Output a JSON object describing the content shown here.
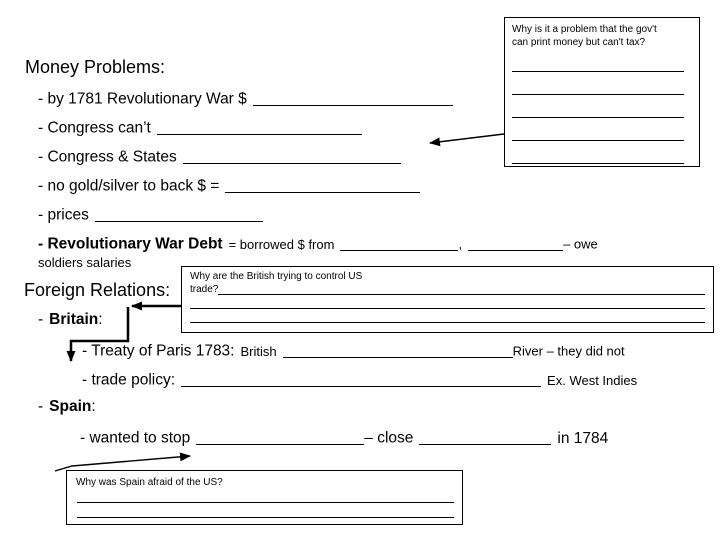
{
  "colors": {
    "text": "#000000",
    "background": "#ffffff",
    "line": "#000000"
  },
  "money": {
    "heading": "Money Problems:",
    "war_money_pre": "- by 1781 Revolutionary War $",
    "congress_cant_pre": "- Congress can’t",
    "congress_states_pre": "- Congress & States",
    "gold_silver_pre": "- no gold/silver to back $ =",
    "prices_pre": "- prices",
    "debt_bold": "- Revolutionary War Debt",
    "debt_mid": "= borrowed $ from",
    "debt_comma": ",",
    "debt_suffix": "– owe",
    "debt_continuation": "soldiers salaries"
  },
  "foreign": {
    "heading": "Foreign Relations:",
    "britain_dash": "-",
    "britain_label": "Britain",
    "britain_colon": ":",
    "treaty_pre": "- Treaty of Paris 1783:",
    "treaty_british": "British",
    "treaty_suffix": "River – they did not",
    "trade_pre": "- trade policy:",
    "trade_suffix": "Ex. West Indies",
    "spain_dash": "-",
    "spain_label": "Spain",
    "spain_colon": ":",
    "wanted_pre": "- wanted to stop",
    "wanted_mid": "– close",
    "wanted_suffix": "in 1784"
  },
  "questions": {
    "tax_box": {
      "line1": "Why is it a problem that the gov't",
      "line2": "can print money but can't tax?",
      "answer_lines": 5
    },
    "trade_box": {
      "line1": "Why are the British trying to control US",
      "line2_prefix": "trade?",
      "answer_lines": 2
    },
    "spain_box": {
      "question": "Why was Spain afraid of the US?",
      "answer_lines": 2
    }
  }
}
